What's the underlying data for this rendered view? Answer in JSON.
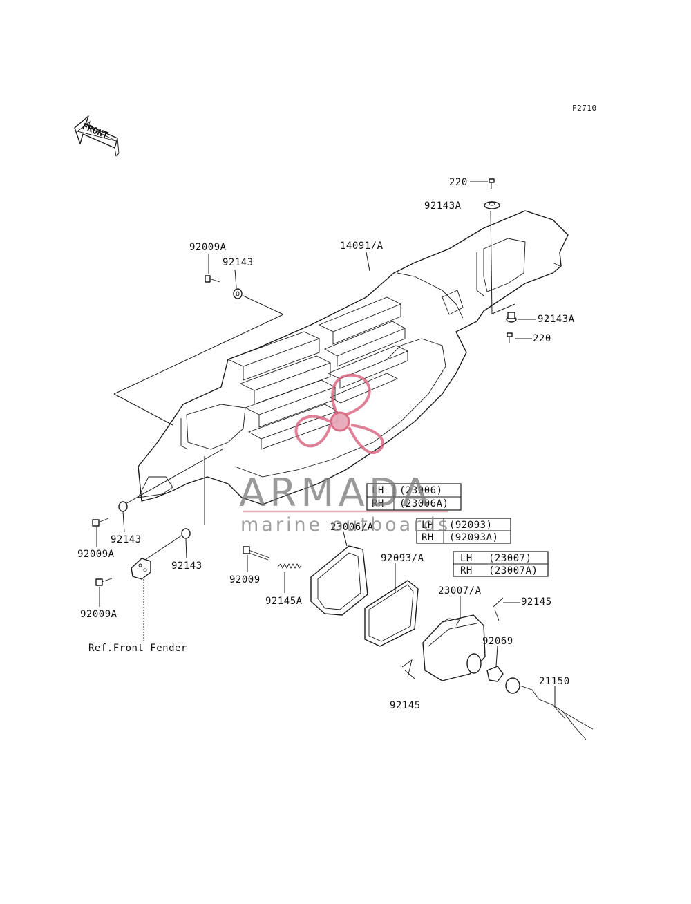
{
  "figure_code": "F2710",
  "front_arrow_label": "FRONT",
  "ref_note": "Ref.Front Fender",
  "parts": {
    "p220_top": "220",
    "p92143A_top": "92143A",
    "p14091A": "14091/A",
    "p92009A_top": "92009A",
    "p92143_top": "92143",
    "p92143A_right": "92143A",
    "p220_right": "220",
    "p92009A_mid": "92009A",
    "p92143_left": "92143",
    "p92143_mid": "92143",
    "p92009A_bottom": "92009A",
    "p92009": "92009",
    "p92145A": "92145A",
    "p23006A": "23006/A",
    "p92093A": "92093/A",
    "p23007A": "23007/A",
    "p92145_right": "92145",
    "p92069": "92069",
    "p21150": "21150",
    "p92145_bottom": "92145"
  },
  "side_tables": [
    {
      "rows": [
        {
          "side": "LH",
          "part": "(23006)"
        },
        {
          "side": "RH",
          "part": "(23006A)"
        }
      ]
    },
    {
      "rows": [
        {
          "side": "LH",
          "part": "(92093)"
        },
        {
          "side": "RH",
          "part": "(92093A)"
        }
      ]
    },
    {
      "rows": [
        {
          "side": "LH",
          "part": "(23007)"
        },
        {
          "side": "RH",
          "part": "(23007A)"
        }
      ]
    }
  ],
  "watermark": {
    "brand": "ARMADA",
    "tagline": "marine outboards",
    "logo_color": "#d8607c"
  }
}
